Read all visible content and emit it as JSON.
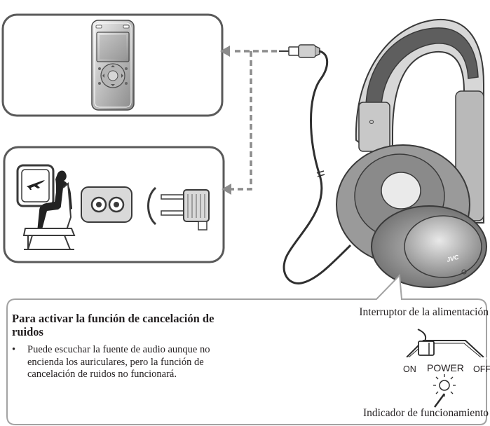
{
  "note": {
    "title": "Para activar la función de cancelación de ruidos",
    "bullet_symbol": "•",
    "bullet_text": "Puede escuchar la fuente de audio aunque no encienda los auriculares, pero la función de cancelación de ruidos no funcionará."
  },
  "labels": {
    "power_switch": "Interruptor de la alimentación",
    "operation_indicator": "Indicador de funcionamiento",
    "switch_on": "ON",
    "switch_power": "POWER",
    "switch_off": "OFF",
    "brand_logo": "JVC"
  },
  "icons": {
    "player": "audio-player-icon",
    "airplane_seat": "airplane-passenger-icon",
    "airplane_jack": "airplane-socket-icon",
    "adapter": "airplane-adapter-icon",
    "headphones": "headphones-icon"
  },
  "colors": {
    "box_stroke": "#5a5a5a",
    "dashed_arrow": "#8c8c8c",
    "headphone_dark": "#555555",
    "headphone_light": "#cfcfcf"
  }
}
